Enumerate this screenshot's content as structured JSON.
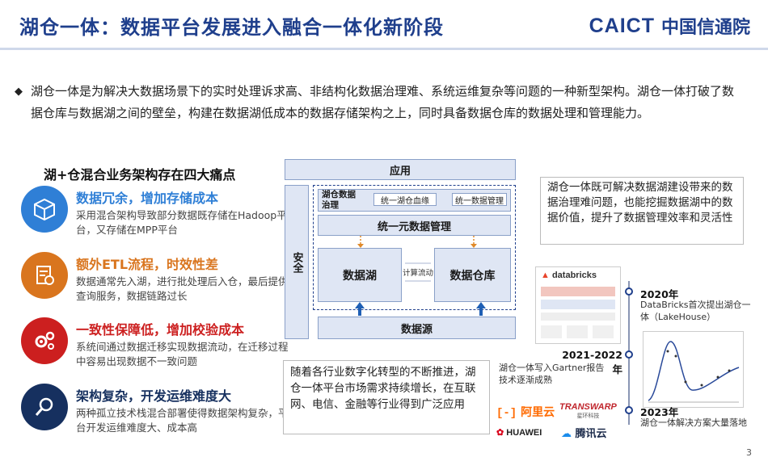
{
  "header": {
    "title": "湖仓一体：数据平台发展进入融合一体化新阶段",
    "logo_latin": "CAICT",
    "logo_cn": "中国信通院"
  },
  "intro": {
    "bullet": "◆",
    "text": "湖仓一体是为解决大数据场景下的实时处理诉求高、非结构化数据治理难、系统运维复杂等问题的一种新型架构。湖仓一体打破了数据仓库与数据湖之间的壁垒，构建在数据湖低成本的数据存储架构之上，同时具备数据仓库的数据处理和管理能力。"
  },
  "pain": {
    "title": "湖+仓混合业务架构存在四大痛点",
    "items": [
      {
        "head": "数据冗余，增加存储成本",
        "desc": "采用混合架构导致部分数据既存储在Hadoop平台，又存储在MPP平台"
      },
      {
        "head": "额外ETL流程，时效性差",
        "desc": "数据通常先入湖，进行批处理后入仓，最后提供查询服务，数据链路过长"
      },
      {
        "head": "一致性保障低，增加校验成本",
        "desc": "系统间通过数据迁移实现数据流动，在迁移过程中容易出现数据不一致问题"
      },
      {
        "head": "架构复杂，开发运维难度大",
        "desc": "两种孤立技术栈混合部署使得数据架构复杂，平台开发运维难度大、成本高"
      }
    ]
  },
  "diagram": {
    "app": "应用",
    "security": "安全",
    "governance": "湖仓数据治理",
    "lineage": "统一湖仓血缘",
    "unified_mgmt_small": "统一数据管理",
    "unified_mgmt": "统一元数据管理",
    "lake": "数据湖",
    "compute": "计算流动",
    "warehouse": "数据仓库",
    "source": "数据源"
  },
  "notes": {
    "top": "湖仓一体既可解决数据湖建设带来的数据治理难问题，也能挖掘数据湖中的数据价值，提升了数据管理效率和灵活性",
    "bottom": "随着各行业数字化转型的不断推进，湖仓一体平台市场需求持续增长，在互联网、电信、金融等行业得到广泛应用"
  },
  "timeline": [
    {
      "year": "2020年",
      "text": "DataBricks首次提出湖仓一体（LakeHouse）"
    },
    {
      "year": "2021-2022年",
      "text": "湖仓一体写入Gartner报告技术逐渐成熟"
    },
    {
      "year": "2023年",
      "text": "湖仓一体解决方案大量落地"
    }
  ],
  "vendors": {
    "databricks": "databricks",
    "aliyun": "阿里云",
    "transwarp": "TRANSWARP",
    "transwarp_cn": "星环科技",
    "huawei": "HUAWEI",
    "tencent": "腾讯云"
  },
  "page_number": "3",
  "colors": {
    "brand": "#1f3f8c",
    "icon_blue": "#2f7fd6",
    "icon_orange": "#d9751e",
    "icon_red": "#cc1f1f",
    "icon_navy": "#16305f",
    "head_blue": "#2f7fd6",
    "head_orange": "#d9751e",
    "head_red": "#cc1f1f",
    "head_navy": "#16305f"
  }
}
